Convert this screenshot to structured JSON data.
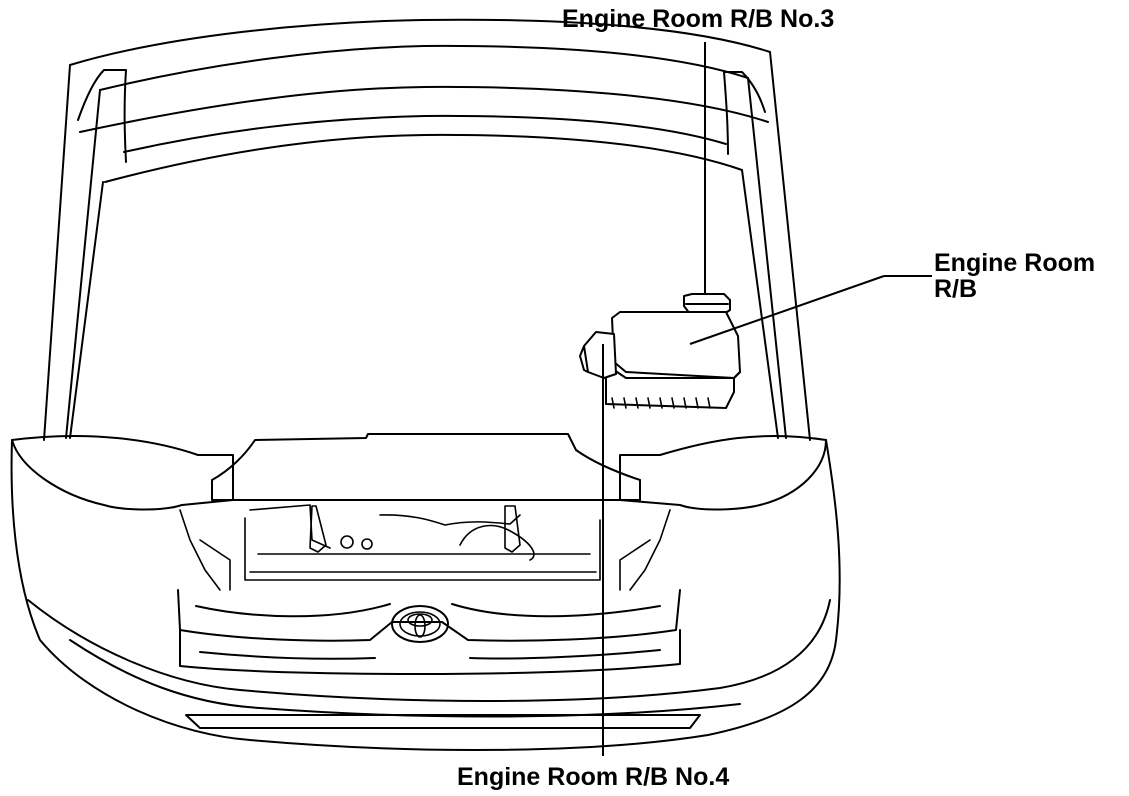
{
  "labels": {
    "engine_room_rb_no3": "Engine Room R/B No.3",
    "engine_room_rb_line1": "Engine Room",
    "engine_room_rb_line2": "R/B",
    "engine_room_rb_no4": "Engine Room R/B No.4"
  },
  "icons": {
    "emblem": "toyota-emblem-icon"
  },
  "colors": {
    "line": "#000000",
    "background": "#ffffff"
  }
}
